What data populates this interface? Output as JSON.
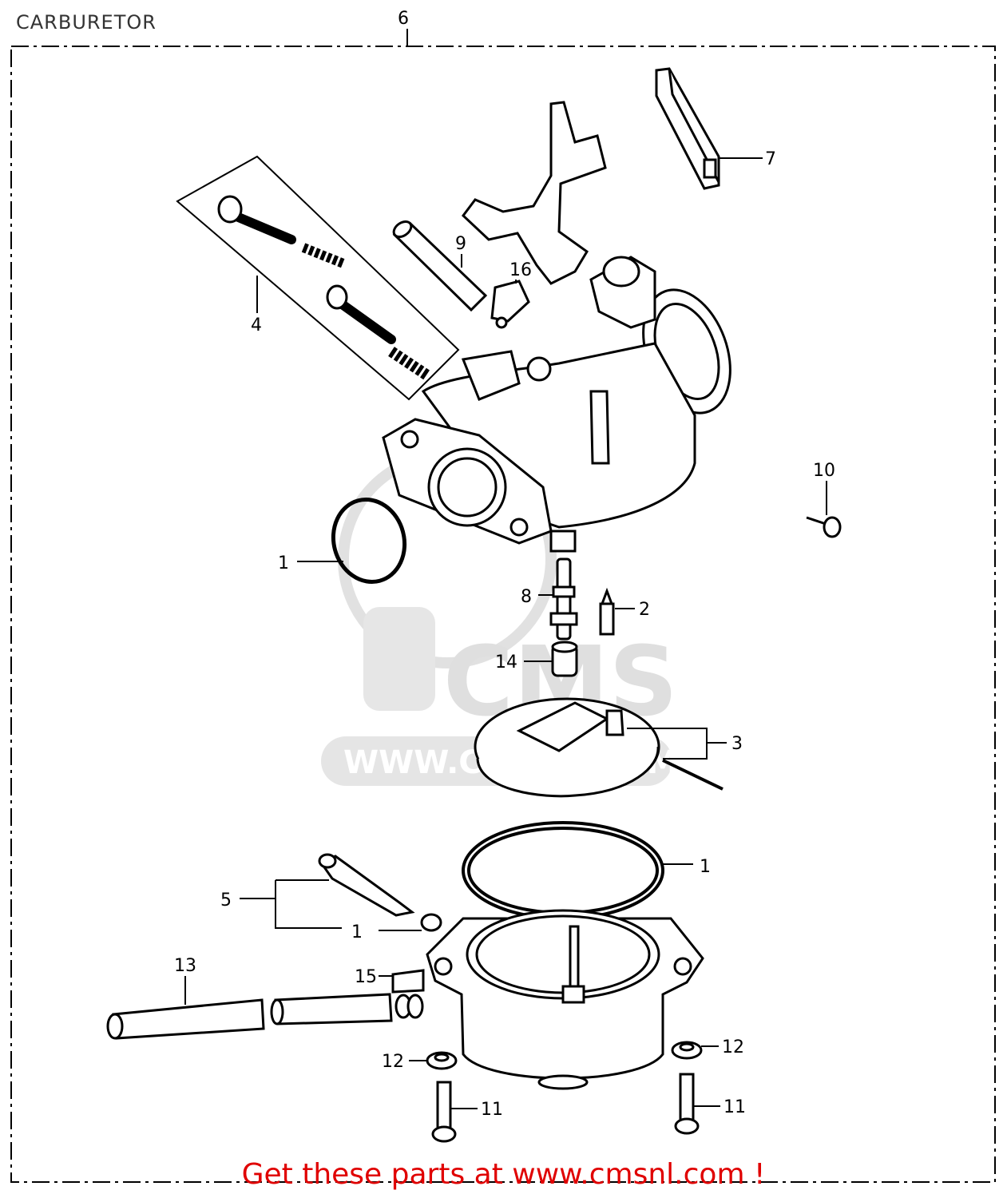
{
  "title": "CARBURETOR",
  "promo_text": "Get these parts at www.cmsnl.com !",
  "watermark": {
    "logo": "CMS",
    "site": "WWW.CMSNL.COM",
    "color": "#d9d9d9"
  },
  "callouts": {
    "c1a": "1",
    "c1b": "1",
    "c1c": "1",
    "c2": "2",
    "c3": "3",
    "c4": "4",
    "c5": "5",
    "c6": "6",
    "c7": "7",
    "c8": "8",
    "c9": "9",
    "c10": "10",
    "c11a": "11",
    "c11b": "11",
    "c12a": "12",
    "c12b": "12",
    "c13": "13",
    "c14": "14",
    "c15": "15",
    "c16": "16"
  },
  "colors": {
    "line": "#000000",
    "promo": "#e00000"
  }
}
